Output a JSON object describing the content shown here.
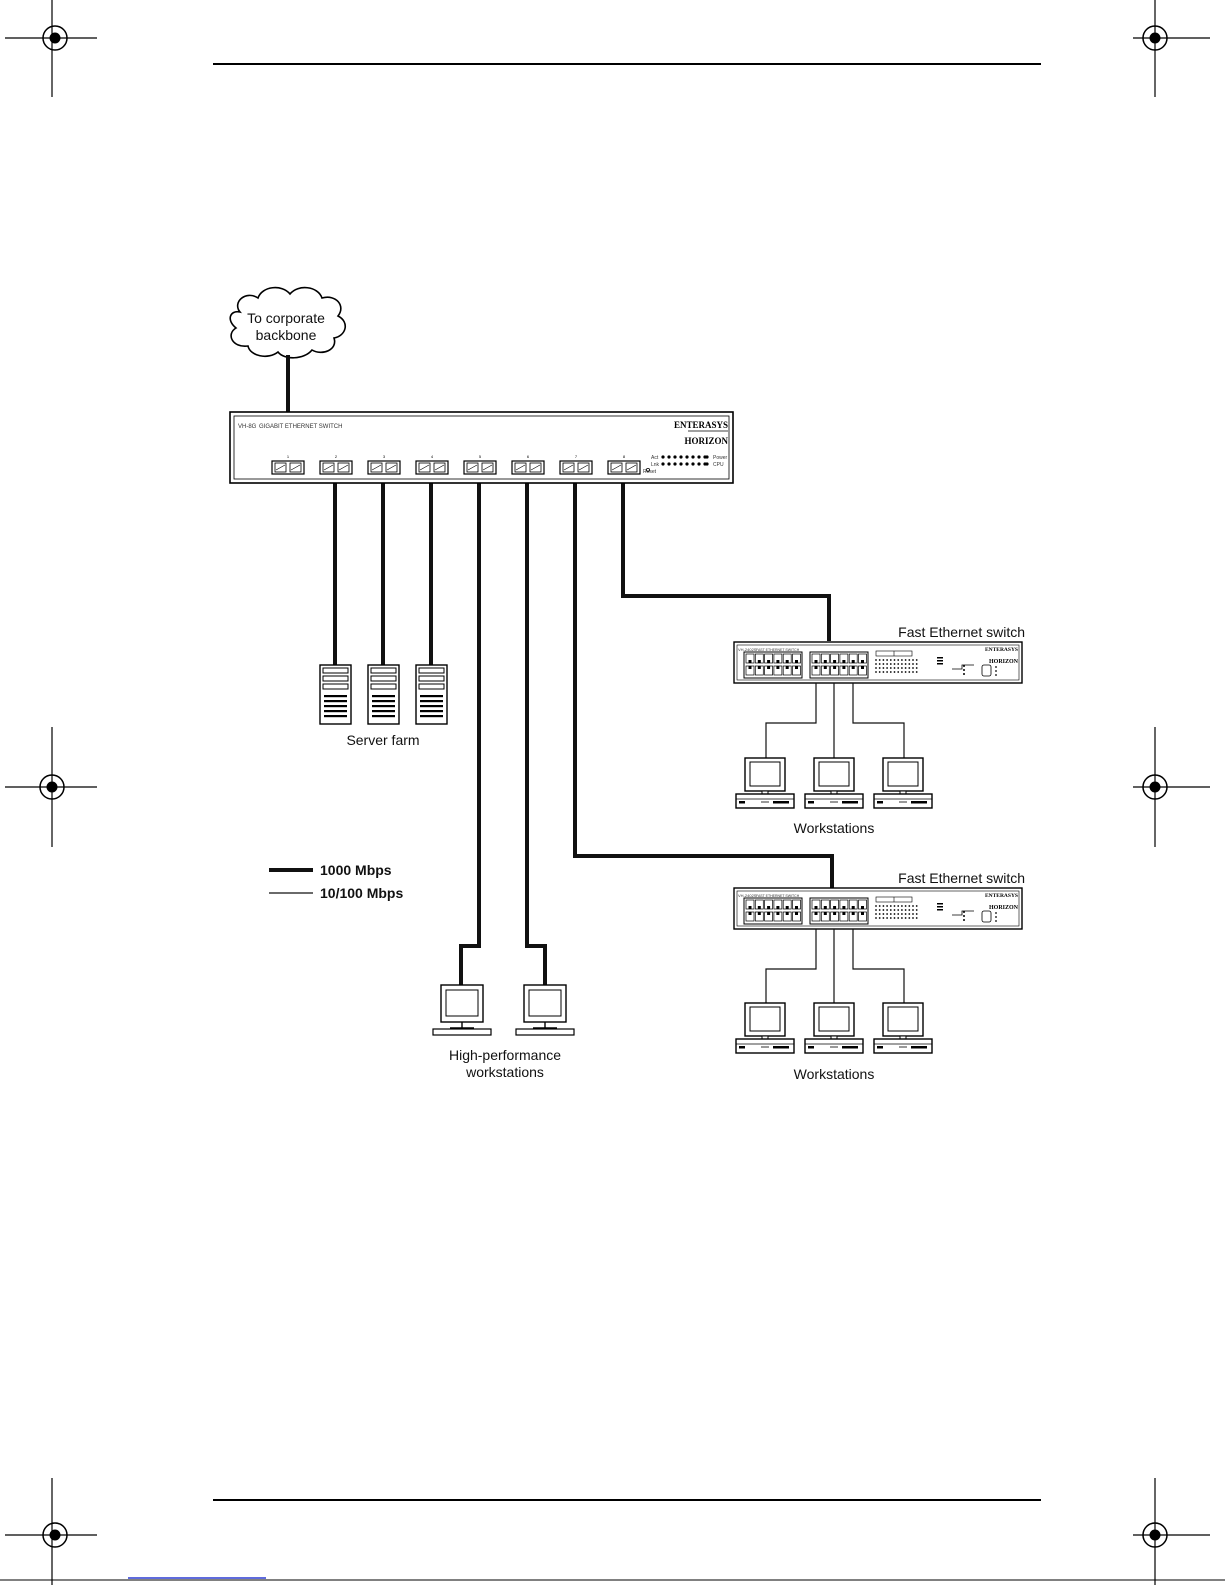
{
  "cloud": {
    "line1": "To corporate",
    "line2": "backbone"
  },
  "gigabit_switch": {
    "model": "VH-8G",
    "name": "GIGABIT ETHERNET SWITCH",
    "brand": "ENTERASYS",
    "product_line": "HORIZON",
    "ports": [
      "1",
      "2",
      "3",
      "4",
      "5",
      "6",
      "7",
      "8"
    ],
    "led_labels": {
      "act": "Act",
      "link": "Lnk",
      "reset": "Reset",
      "power": "Power",
      "cpu": "CPU"
    }
  },
  "labels": {
    "server_farm": "Server farm",
    "fast_switch_1": "Fast Ethernet switch",
    "fast_switch_2": "Fast Ethernet switch",
    "workstations_1": "Workstations",
    "workstations_2": "Workstations",
    "hp_ws_line1": "High-performance",
    "hp_ws_line2": "workstations"
  },
  "fast_switch": {
    "model": "VH-2402S",
    "name": "FAST ETHERNET SWITCH",
    "brand": "ENTERASYS",
    "product_line": "HORIZON"
  },
  "legend": [
    {
      "label": "1000 Mbps",
      "style": "thick"
    },
    {
      "label": "10/100 Mbps",
      "style": "thin"
    }
  ]
}
